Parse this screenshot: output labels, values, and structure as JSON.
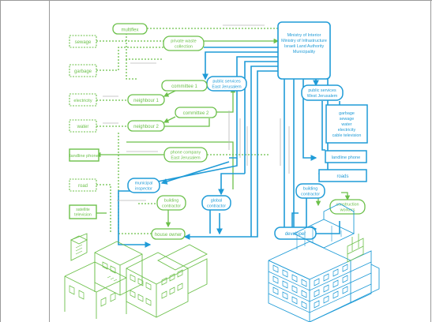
{
  "colors": {
    "green": "#6cc04a",
    "blue": "#1f9bd7",
    "frame": "#9a9a9a"
  },
  "nodes": {
    "multiflex": "multiflex",
    "sewage": "sewage",
    "garbage": "garbage",
    "private_waste": [
      "private waste",
      "collection"
    ],
    "ministry": [
      "Ministry of Interior",
      "Ministry of Infrastructure",
      "Israeli Land Authority",
      "Municipality"
    ],
    "public_east": [
      "public services",
      "East Jerusalem"
    ],
    "committee1": "committee 1",
    "committee2": "committee 2",
    "electricity": "electricity",
    "water": "water",
    "neighbour1": "neighbour 1",
    "neighbour2": "neighbour 2",
    "landline_left": "landline phone",
    "phone_company": [
      "phone company",
      "East Jerusalem"
    ],
    "road": "road",
    "satellite": [
      "satellite",
      "television"
    ],
    "municipal_inspector": [
      "municipal",
      "inspector"
    ],
    "building_contractor_left": [
      "building",
      "contractor"
    ],
    "global_contractor": [
      "global",
      "contractor"
    ],
    "house_owner": "house owner",
    "public_west": [
      "public services",
      "West Jerusalem"
    ],
    "west_services": [
      "garbage",
      "sewage",
      "water",
      "electricity",
      "cable television"
    ],
    "landline_right": "landline phone",
    "roads": "roads",
    "building_contractor_right": [
      "building",
      "contractor"
    ],
    "construction_workers": [
      "construction",
      "workers"
    ],
    "developer": "developer"
  }
}
